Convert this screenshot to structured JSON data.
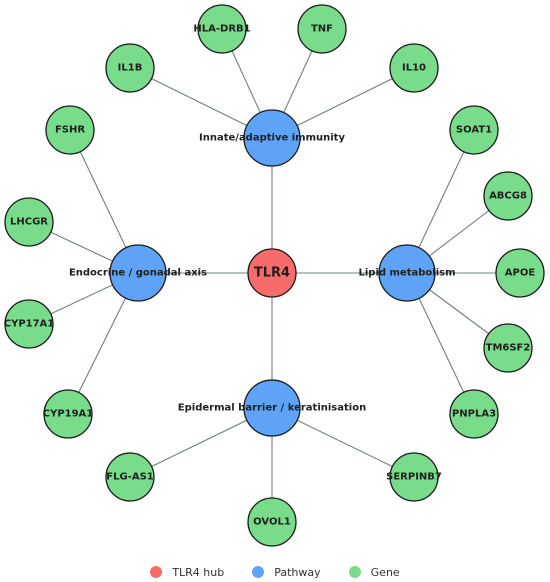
{
  "colors": {
    "hub": "#f76b6b",
    "pathway": "#5fa3f7",
    "gene": "#78dc8a"
  },
  "hub": {
    "label": "TLR4"
  },
  "pathways": [
    {
      "id": "immunity",
      "label": "Innate/adaptive immunity",
      "genes": [
        "HLA-DRB1",
        "TNF",
        "IL1B",
        "IL10"
      ]
    },
    {
      "id": "endocrine",
      "label": "Endocrine / gonadal axis",
      "genes": [
        "FSHR",
        "LHCGR",
        "CYP17A1",
        "CYP19A1"
      ]
    },
    {
      "id": "lipid",
      "label": "Lipid metabolism",
      "genes": [
        "SOAT1",
        "ABCG8",
        "APOE",
        "TM6SF2",
        "PNPLA3"
      ]
    },
    {
      "id": "epidermal",
      "label": "Epidermal barrier / keratinisation",
      "genes": [
        "FLG-AS1",
        "SERPINB7",
        "OVOL1"
      ]
    }
  ],
  "legend": [
    {
      "label": "TLR4 hub",
      "color_key": "hub"
    },
    {
      "label": "Pathway",
      "color_key": "pathway"
    },
    {
      "label": "Gene",
      "color_key": "gene"
    }
  ]
}
